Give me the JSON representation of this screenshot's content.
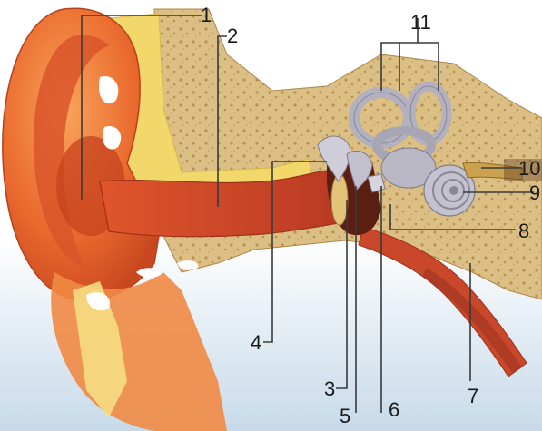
{
  "labels": [
    {
      "id": "1",
      "text": "1"
    },
    {
      "id": "2",
      "text": "2"
    },
    {
      "id": "3",
      "text": "3"
    },
    {
      "id": "4",
      "text": "4"
    },
    {
      "id": "5",
      "text": "5"
    },
    {
      "id": "6",
      "text": "6"
    },
    {
      "id": "7",
      "text": "7"
    },
    {
      "id": "8",
      "text": "8"
    },
    {
      "id": "9",
      "text": "9"
    },
    {
      "id": "10",
      "text": "10"
    },
    {
      "id": "11",
      "text": "11"
    }
  ],
  "colors": {
    "skin": "#e8642a",
    "skin_light": "#f4a15a",
    "cartilage": "#f3e07a",
    "bone": "#d9b97e",
    "bone_dark": "#b8914f",
    "canal": "#c9472a",
    "inner_ear": "#b9b7c4",
    "sky": "#c9dbe9"
  }
}
